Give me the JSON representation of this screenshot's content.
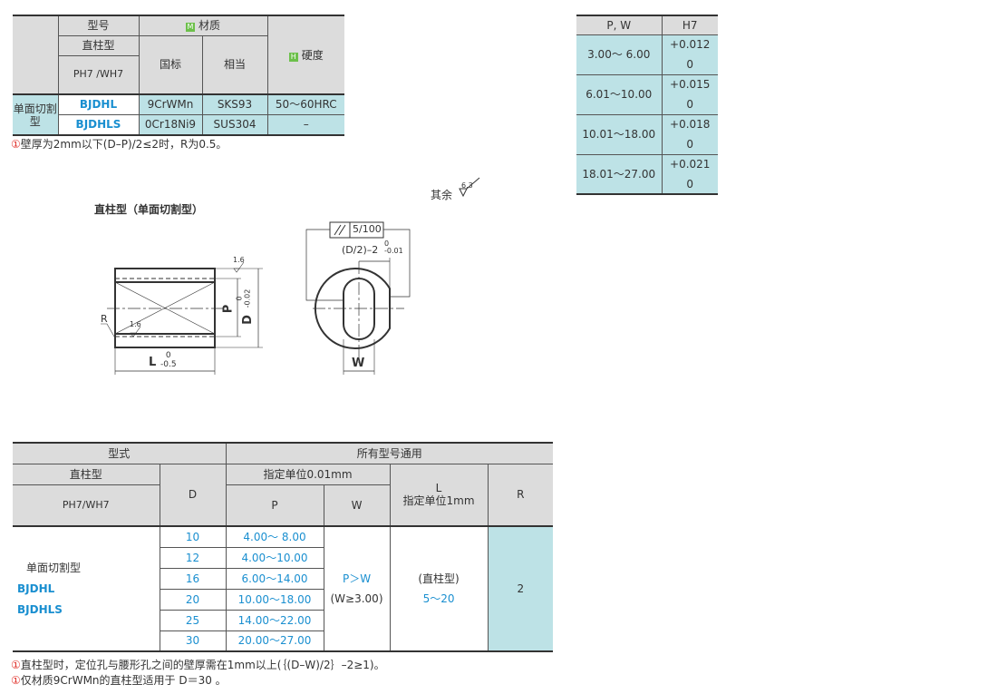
{
  "top_table": {
    "h_model": "型号",
    "h_material": "材质",
    "h_material_icon": "M",
    "h_type": "直柱型",
    "h_tol": "PH7 /WH7",
    "h_gb": "国标",
    "h_equiv": "相当",
    "h_hard": "硬度",
    "h_hard_icon": "H",
    "group": "单面切割型",
    "rows": [
      {
        "code": "BJDHL",
        "gb": "9CrWMn",
        "equiv": "SKS93",
        "hard": "50～60HRC"
      },
      {
        "code": "BJDHLS",
        "gb": "0Cr18Ni9",
        "equiv": "SUS304",
        "hard": "–"
      }
    ],
    "note": "壁厚为2mm以下(D–P)/2≤2时，R为0.5。"
  },
  "tol_table": {
    "h1": "P, W",
    "h2": "H7",
    "rows": [
      {
        "range": "3.00～  6.00",
        "upper": "+0.012",
        "lower": "0"
      },
      {
        "range": "6.01～10.00",
        "upper": "+0.015",
        "lower": "0"
      },
      {
        "range": "10.01～18.00",
        "upper": "+0.018",
        "lower": "0"
      },
      {
        "range": "18.01～27.00",
        "upper": "+0.021",
        "lower": "0"
      }
    ]
  },
  "drawing": {
    "title": "直柱型（单面切割型）",
    "rest": "其余",
    "rest_rough": "6.3",
    "rough": "1.6",
    "R": "R",
    "P": "P",
    "D": "D",
    "D_tol_up": "0",
    "D_tol_low": "-0.02",
    "L": "L",
    "L_tol_up": "0",
    "L_tol_low": "-0.5",
    "parallel": "5/100",
    "dim": "(D/2)–2",
    "dim_up": "0",
    "dim_low": "-0.01",
    "W": "W"
  },
  "bottom_table": {
    "h_form": "型式",
    "h_all": "所有型号通用",
    "h_type": "直柱型",
    "h_unit": "指定单位0.01mm",
    "h_tol": "PH7/WH7",
    "h_D": "D",
    "h_P": "P",
    "h_W": "W",
    "h_L": "L",
    "h_L_unit": "指定单位1mm",
    "h_R": "R",
    "group": "单面切割型",
    "code1": "BJDHL",
    "code2": "BJDHLS",
    "rows": [
      {
        "D": "10",
        "P": "4.00～  8.00"
      },
      {
        "D": "12",
        "P": "4.00～10.00"
      },
      {
        "D": "16",
        "P": "6.00～14.00"
      },
      {
        "D": "20",
        "P": "10.00～18.00"
      },
      {
        "D": "25",
        "P": "14.00～22.00"
      },
      {
        "D": "30",
        "P": "20.00～27.00"
      }
    ],
    "W1": "P＞W",
    "W2": "(W≥3.00)",
    "L1": "(直柱型)",
    "L2": "5～20",
    "R": "2",
    "note1": "直柱型时，定位孔与腰形孔之间的壁厚需在1mm以上(｛(D–W)/2｝–2≥1)。",
    "note2": "仅材质9CrWMn的直柱型适用于 D＝30 。"
  }
}
